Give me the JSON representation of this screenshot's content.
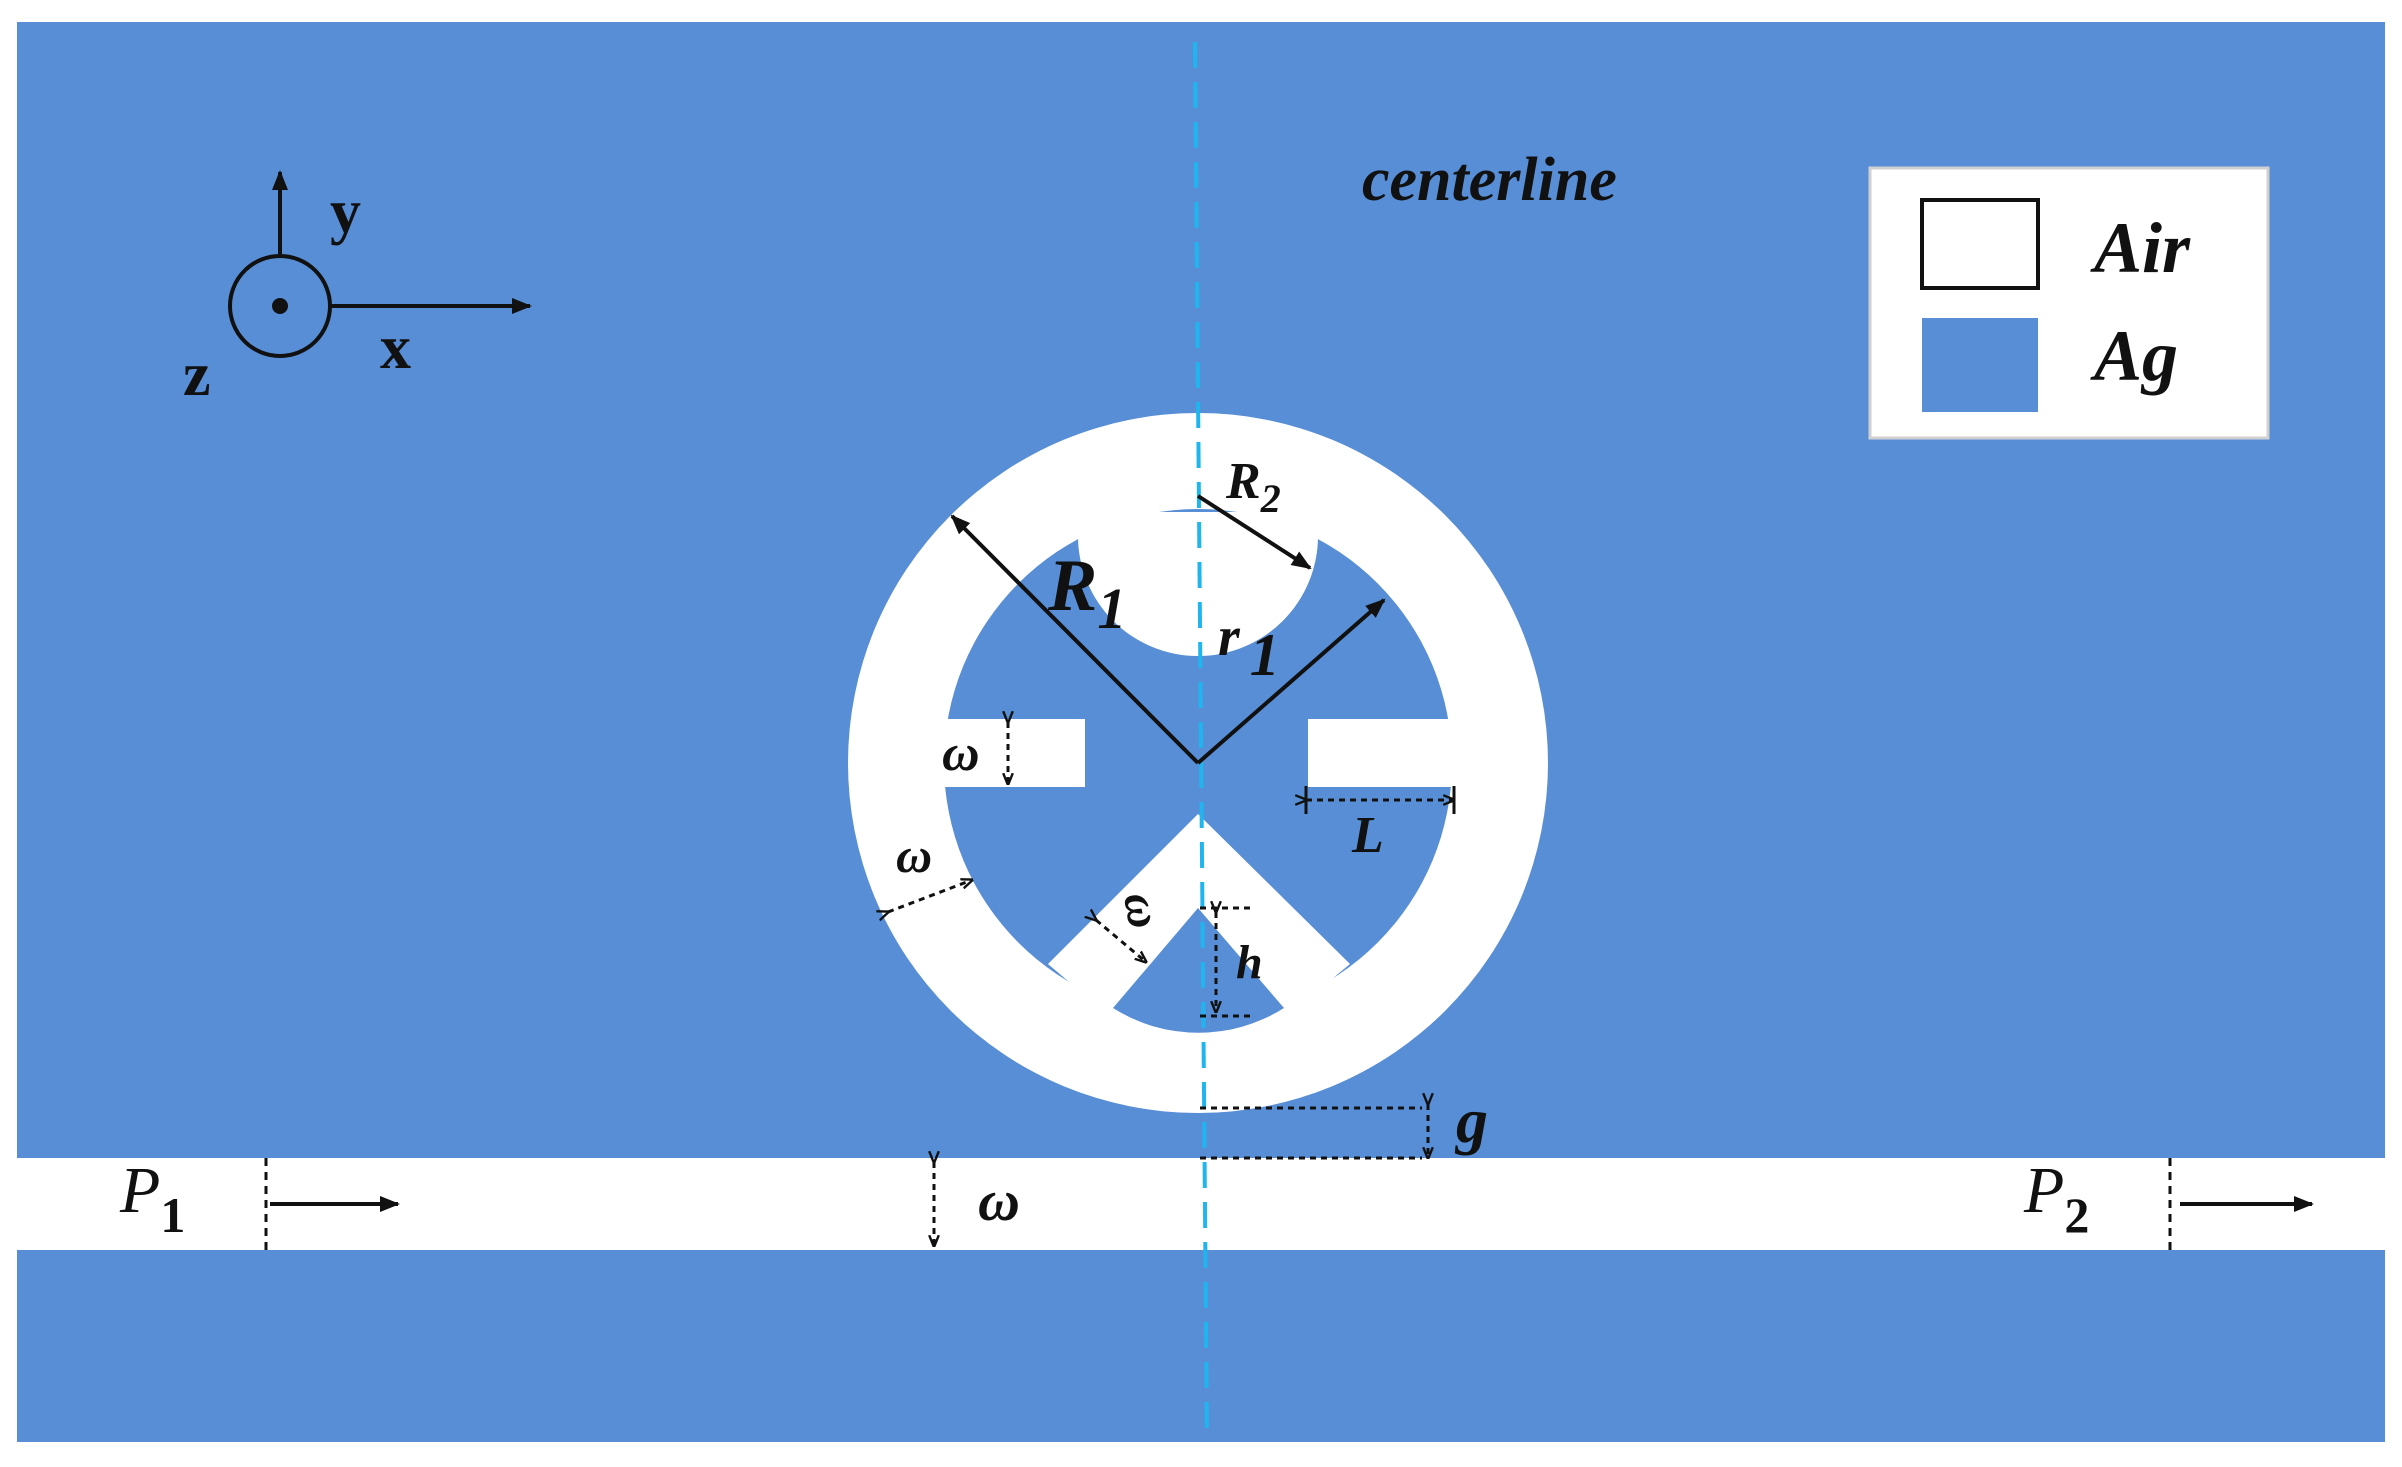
{
  "colors": {
    "silver": "#588ed6",
    "air": "#ffffff",
    "centerline": "#1fb6f0",
    "ink": "#111111"
  },
  "axes_glyph": {
    "y_label": "y",
    "x_label": "x",
    "z_label": "z"
  },
  "centerline_label": "centerline",
  "legend": {
    "items": [
      {
        "label": "Air",
        "swatch": "#ffffff"
      },
      {
        "label": "Ag",
        "swatch": "#588ed6"
      }
    ]
  },
  "dimension_labels": {
    "R1": {
      "main": "R",
      "sub": "1"
    },
    "R2": {
      "main": "R",
      "sub": "2"
    },
    "r1": {
      "main": "r",
      "sub": "1"
    },
    "omega": "ω",
    "L": "L",
    "h": "h",
    "g": "g"
  },
  "ports": {
    "P1": {
      "main": "P",
      "sub": "1"
    },
    "P2": {
      "main": "P",
      "sub": "2"
    }
  }
}
